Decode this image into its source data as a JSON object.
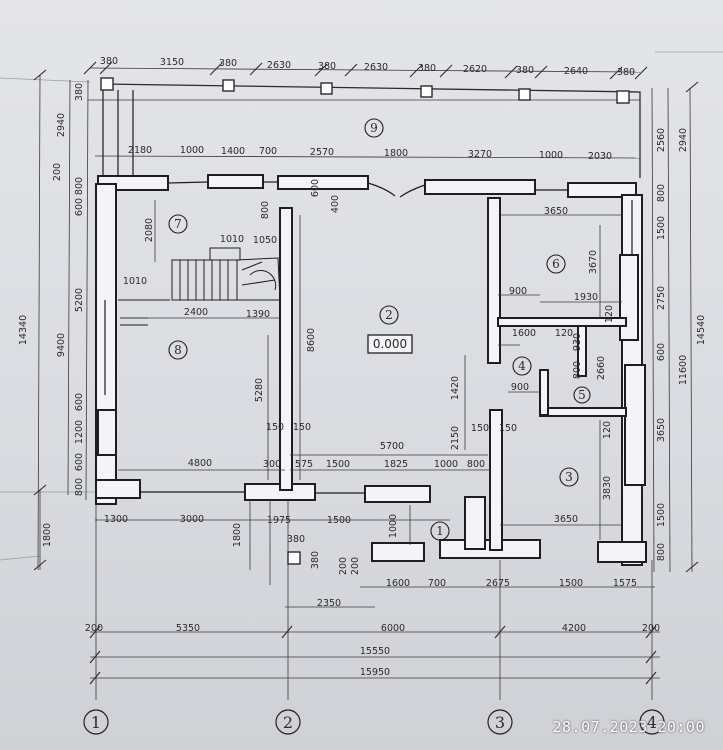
{
  "timestamp": "28.07.2023 20:00",
  "level_mark": "0.000",
  "rooms": [
    "9",
    "7",
    "2",
    "6",
    "8",
    "4",
    "5",
    "3",
    "1"
  ],
  "axes": [
    "1",
    "2",
    "3",
    "4"
  ],
  "dims": {
    "top": [
      "380",
      "3150",
      "380",
      "2630",
      "380",
      "2630",
      "380",
      "2620",
      "380",
      "2640",
      "380"
    ],
    "upper": [
      "2180",
      "1000",
      "1400",
      "700",
      "2570",
      "1800",
      "3270",
      "1000",
      "2030"
    ],
    "left_outer": [
      "14340",
      "1800"
    ],
    "left_mid": [
      "2940",
      "9400"
    ],
    "left_inner": [
      "380",
      "200",
      "800",
      "600",
      "5200",
      "600",
      "1200",
      "600",
      "800"
    ],
    "right_outer": [
      "14540",
      "2940",
      "11600"
    ],
    "right_inner": [
      "2560",
      "800",
      "1500",
      "2750",
      "600",
      "3650",
      "1500",
      "800"
    ],
    "room7": [
      "2080",
      "1010",
      "1050",
      "1010",
      "2400",
      "1390"
    ],
    "hall": [
      "8600",
      "800",
      "600",
      "400",
      "5280",
      "150",
      "150",
      "5700",
      "1420",
      "2150",
      "150",
      "150"
    ],
    "room6": [
      "3650",
      "3670",
      "900",
      "1930",
      "1600",
      "120",
      "120"
    ],
    "room4": [
      "930",
      "800",
      "2660",
      "900",
      "120"
    ],
    "room3": [
      "3830",
      "3650"
    ],
    "bottom_row": [
      "4800",
      "300",
      "575",
      "1500",
      "1825",
      "1000",
      "800"
    ],
    "porch": [
      "1300",
      "3000",
      "1975",
      "1500",
      "1000",
      "1800",
      "380",
      "380",
      "200",
      "200"
    ],
    "bottom_chain": [
      "1600",
      "700",
      "2675",
      "1500",
      "1575"
    ],
    "porch_width": "2350",
    "axis_dims": [
      "200",
      "5350",
      "6000",
      "4200",
      "200"
    ],
    "totals": [
      "15550",
      "15950"
    ]
  }
}
